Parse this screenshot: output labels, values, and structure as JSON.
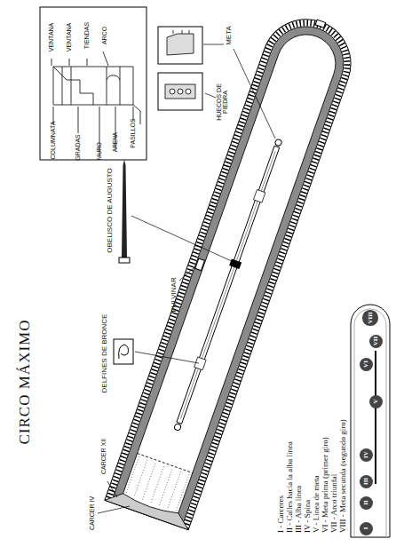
{
  "diagram": {
    "title": "CIRCO MÁXIMO",
    "nodes": [
      {
        "text": [
          "I"
        ]
      },
      {
        "text": [
          "II"
        ]
      },
      {
        "text": [
          "III"
        ]
      },
      {
        "text": [
          "IV"
        ]
      },
      {
        "text": [
          "V"
        ]
      },
      {
        "text": [
          "VI"
        ]
      },
      {
        "text": [
          "VII"
        ]
      },
      {
        "text": [
          "VIII"
        ]
      }
    ],
    "labels": [
      "VENTANA",
      "VENTANA",
      "TIENDAS",
      "ARCO",
      "COLUMNATA",
      "GRADAS",
      "MURO",
      "ARENA",
      "PASILLOS",
      "META",
      "HUECOS DE PIEDRA",
      "PULVINAR",
      "OBELISCO DE AUGUSTO",
      "DELFINES DE BRONCE",
      "CARCER XII",
      "CARCER IV",
      "I - Carceres",
      "II - Calles hacia la alba linea",
      "III - Alba linea",
      "IV - Spina",
      "V - Linea de meta",
      "VI - Meta prima (primer giro)",
      "VII - Arco triunfal",
      "VIII - Meta secunda (segundo giro)"
    ]
  }
}
